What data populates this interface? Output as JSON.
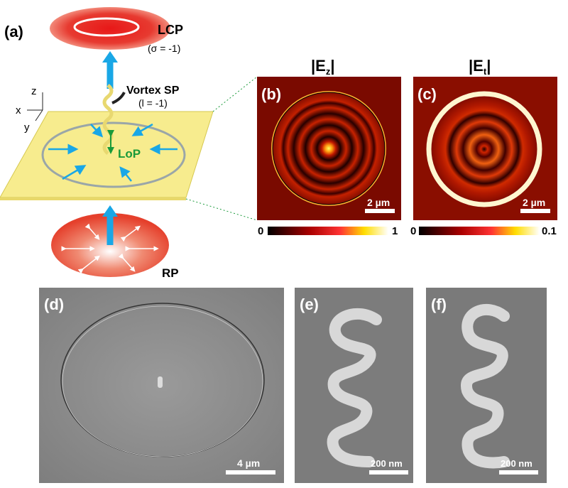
{
  "panel_a": {
    "label": "(a)",
    "lcp": "LCP",
    "lcp_sigma": "(σ = -1)",
    "vortex": "Vortex SP",
    "vortex_l": "(l = -1)",
    "lop": "LoP",
    "rp": "RP",
    "axis_z": "z",
    "axis_x": "x",
    "axis_y": "y"
  },
  "panel_b": {
    "label": "(b)",
    "title": "|E",
    "sub": "z",
    "title_end": "|",
    "scale": "2 µm",
    "cbar_min": "0",
    "cbar_max": "1"
  },
  "panel_c": {
    "label": "(c)",
    "title": "|E",
    "sub": "t",
    "title_end": "|",
    "scale": "2 µm",
    "cbar_min": "0",
    "cbar_max": "0.1"
  },
  "panel_d": {
    "label": "(d)",
    "scale": "4 µm"
  },
  "panel_e": {
    "label": "(e)",
    "scale": "200 nm"
  },
  "panel_f": {
    "label": "(f)",
    "scale": "200 nm"
  },
  "colors": {
    "arrow": "#19a7e6",
    "plate": "#f7ec8e",
    "lop": "#1a9a3a",
    "beam": "#e52a2a"
  }
}
